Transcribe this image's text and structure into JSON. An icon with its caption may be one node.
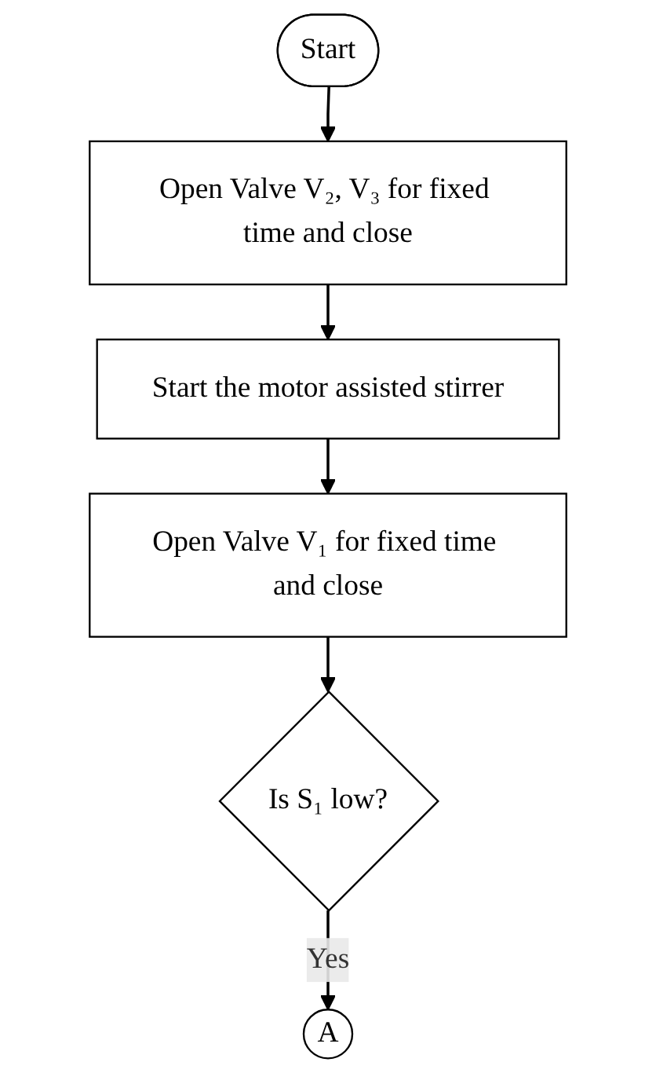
{
  "diagram": {
    "nodes": [
      {
        "text": [
          "Start"
        ]
      },
      {
        "text": [
          "Open Valve V₂, V₃ for fixed time and close"
        ]
      },
      {
        "text": [
          "Start the motor assisted stirrer"
        ]
      },
      {
        "text": [
          "Open Valve V₁ for fixed time and close"
        ]
      },
      {
        "text": [
          "Is S₁ low?"
        ]
      },
      {
        "text": [
          "A"
        ]
      }
    ],
    "edges": [
      {
        "from": 0,
        "to": 1,
        "arrow": "to"
      },
      {
        "from": 1,
        "to": 2,
        "arrow": "to"
      },
      {
        "from": 2,
        "to": 3,
        "arrow": "to"
      },
      {
        "from": 3,
        "to": 4,
        "arrow": "to"
      },
      {
        "from": 4,
        "to": 5,
        "arrow": "to",
        "label": "Yes"
      }
    ]
  }
}
